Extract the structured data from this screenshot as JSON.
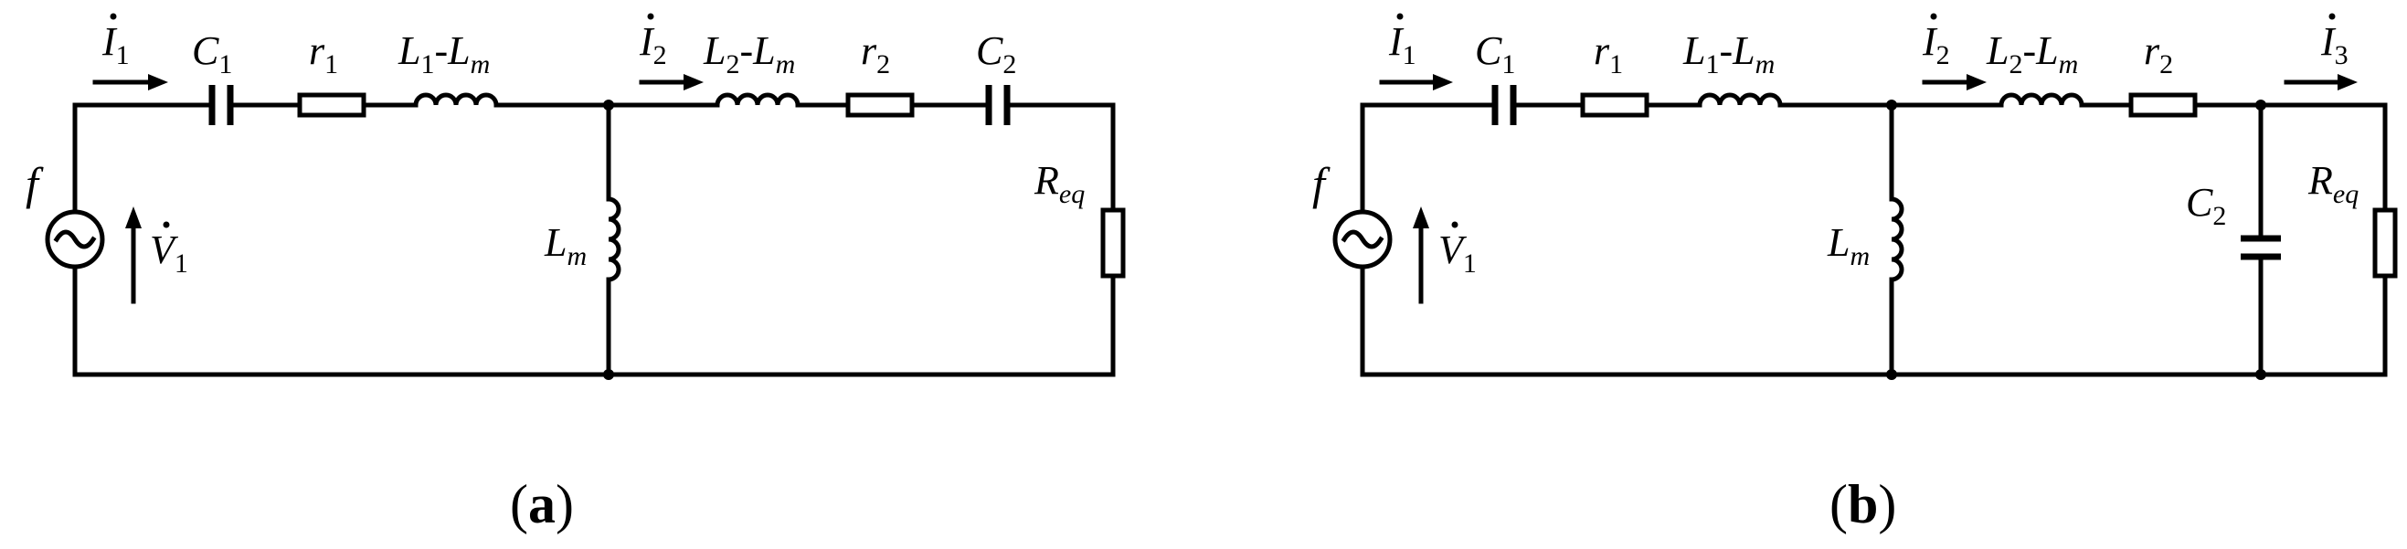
{
  "figure": {
    "panel_a": {
      "caption": "a",
      "source_label": "f",
      "voltage_label": {
        "base": "V",
        "sub": "1"
      },
      "current_1": {
        "base": "I",
        "sub": "1"
      },
      "current_2": {
        "base": "I",
        "sub": "2"
      },
      "components": {
        "C1": {
          "base": "C",
          "sub": "1"
        },
        "r1": {
          "base": "r",
          "sub": "1"
        },
        "L1Lm": {
          "a": "L",
          "a_sub": "1",
          "dash": "-",
          "b": "L",
          "b_sub": "m"
        },
        "Lm": {
          "base": "L",
          "sub": "m"
        },
        "L2Lm": {
          "a": "L",
          "a_sub": "2",
          "dash": "-",
          "b": "L",
          "b_sub": "m"
        },
        "r2": {
          "base": "r",
          "sub": "2"
        },
        "C2": {
          "base": "C",
          "sub": "2"
        },
        "Req": {
          "base": "R",
          "sub": "eq"
        }
      }
    },
    "panel_b": {
      "caption": "b",
      "source_label": "f",
      "voltage_label": {
        "base": "V",
        "sub": "1"
      },
      "current_1": {
        "base": "I",
        "sub": "1"
      },
      "current_2": {
        "base": "I",
        "sub": "2"
      },
      "current_3": {
        "base": "I",
        "sub": "3"
      },
      "components": {
        "C1": {
          "base": "C",
          "sub": "1"
        },
        "r1": {
          "base": "r",
          "sub": "1"
        },
        "L1Lm": {
          "a": "L",
          "a_sub": "1",
          "dash": "-",
          "b": "L",
          "b_sub": "m"
        },
        "Lm": {
          "base": "L",
          "sub": "m"
        },
        "L2Lm": {
          "a": "L",
          "a_sub": "2",
          "dash": "-",
          "b": "L",
          "b_sub": "m"
        },
        "r2": {
          "base": "r",
          "sub": "2"
        },
        "C2": {
          "base": "C",
          "sub": "2"
        },
        "Req": {
          "base": "R",
          "sub": "eq"
        }
      }
    }
  }
}
